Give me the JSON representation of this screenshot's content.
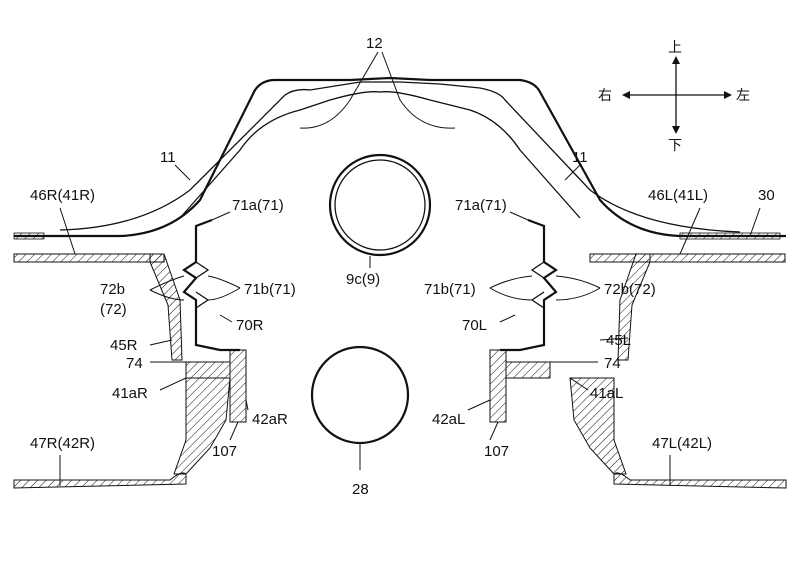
{
  "labels": {
    "l12": "12",
    "l11_left": "11",
    "l11_right": "11",
    "l46R": "46R(41R)",
    "l46L": "46L(41L)",
    "l30": "30",
    "l71a_left": "71a(71)",
    "l71a_right": "71a(71)",
    "l9c": "9c(9)",
    "l72b_left": "72b",
    "l72_left": "(72)",
    "l71b_left": "71b(71)",
    "l71b_right": "71b(71)",
    "l72b_right": "72b(72)",
    "l70R": "70R",
    "l70L": "70L",
    "l45R": "45R",
    "l45L": "45L",
    "l74_left": "74",
    "l74_right": "74",
    "l41aR": "41aR",
    "l41aL": "41aL",
    "l42aR": "42aR",
    "l42aL": "42aL",
    "l47R": "47R(42R)",
    "l47L": "47L(42L)",
    "l107_left": "107",
    "l107_right": "107",
    "l28": "28"
  },
  "directions": {
    "up": "上",
    "down": "下",
    "right_side": "右",
    "left_side": "左"
  }
}
